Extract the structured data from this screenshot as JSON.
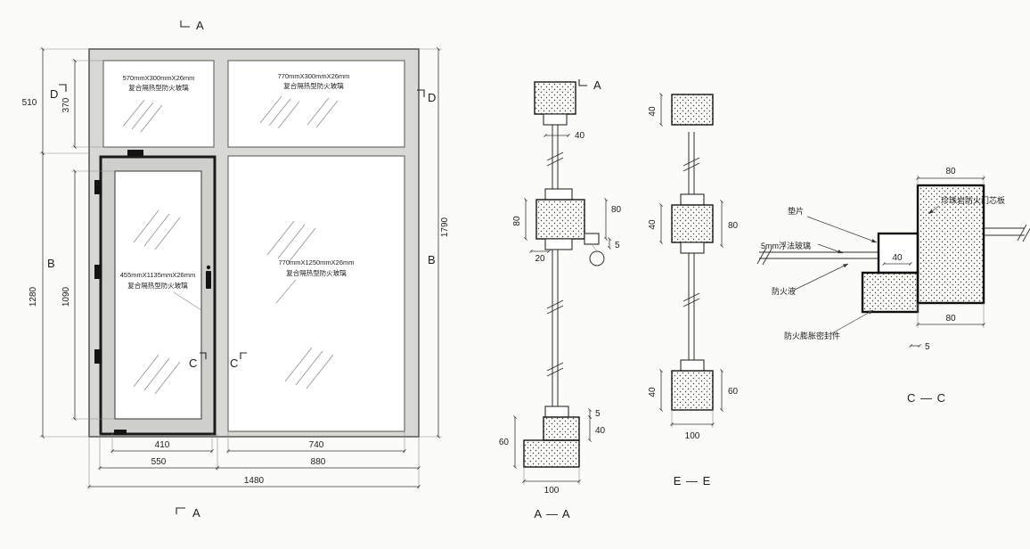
{
  "elevation": {
    "markers": {
      "a": "A",
      "b": "B",
      "c": "C",
      "d": "D"
    },
    "dims": {
      "d370": "370",
      "d510": "510",
      "d1090": "1090",
      "d1280": "1280",
      "d1790": "1790",
      "d410": "410",
      "d550": "550",
      "d740": "740",
      "d880": "880",
      "d1480": "1480"
    },
    "glass": {
      "top_left": {
        "l1": "570mmX300mmX26mm",
        "l2": "复合隔热型防火玻璃"
      },
      "top_right": {
        "l1": "770mmX300mmX26mm",
        "l2": "复合隔热型防火玻璃"
      },
      "door": {
        "l1": "455mmX1135mmX26mm",
        "l2": "复合隔热型防火玻璃"
      },
      "right": {
        "l1": "770mmX1250mmX26mm",
        "l2": "复合隔热型防火玻璃"
      }
    }
  },
  "section_aa": {
    "title": "A — A",
    "marker": "A",
    "dims": {
      "top40": "40",
      "left80": "80",
      "right80": "80",
      "mid20": "20",
      "mid5": "5",
      "bot5": "5",
      "bot40": "40",
      "bot60": "60",
      "bot100": "100"
    }
  },
  "section_ee": {
    "title": "E — E",
    "dims": {
      "top40": "40",
      "mid40": "40",
      "mid80": "80",
      "bot40": "40",
      "bot60": "60",
      "bot100": "100"
    }
  },
  "section_cc": {
    "title": "C — C",
    "dims": {
      "top80": "80",
      "step40": "40",
      "bot80": "80",
      "bot5": "5"
    },
    "labels": {
      "core": "珍珠岩防火门芯板",
      "shim": "垫片",
      "glass": "5mm浮法玻璃",
      "liquid": "防火液",
      "seal": "防火膨胀密封件"
    }
  }
}
